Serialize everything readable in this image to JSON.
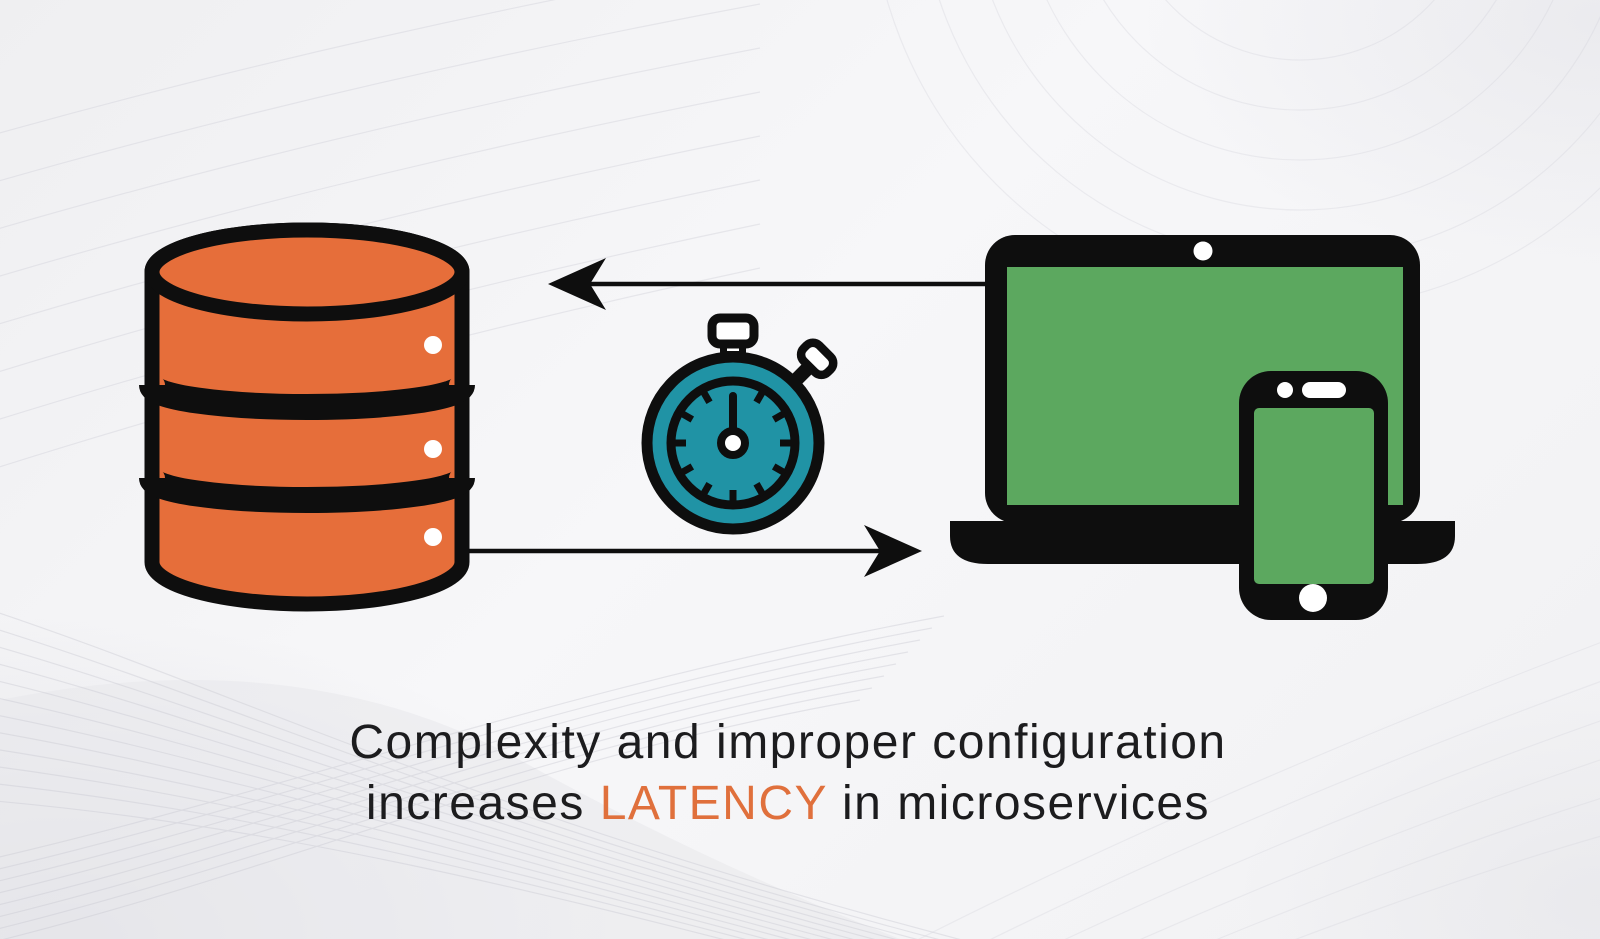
{
  "caption": {
    "line1": "Complexity and improper configuration",
    "line2_prefix": "increases ",
    "line2_highlight": "LATENCY",
    "line2_suffix": " in microservices"
  },
  "colors": {
    "database_orange": "#E66E3A",
    "stopwatch_teal": "#2093A5",
    "device_screen_green": "#5CA85F",
    "outline_black": "#0E0E0E",
    "latency_highlight_orange": "#E0703C",
    "caption_text": "#1C1C1E",
    "background_gray": "#F2F2F4",
    "detail_white": "#FFFFFF"
  },
  "icons": {
    "database": "database-cylinder-icon",
    "stopwatch": "stopwatch-icon",
    "laptop": "laptop-icon",
    "smartphone": "smartphone-icon",
    "arrow_to_database": "arrow-left-icon",
    "arrow_to_devices": "arrow-right-icon"
  }
}
